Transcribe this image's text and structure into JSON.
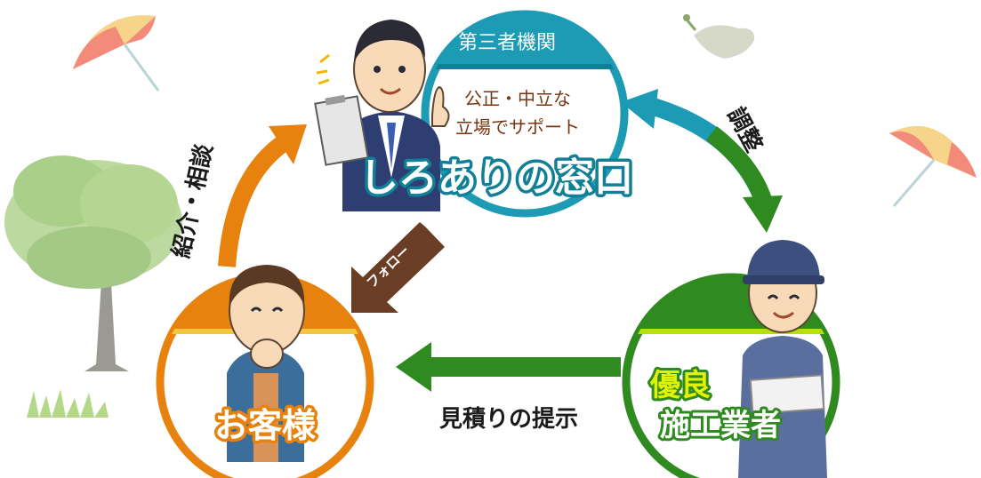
{
  "third_party": {
    "header": "第三者機関",
    "subtitle_line1": "公正・中立な",
    "subtitle_line2": "立場でサポート",
    "name": "しろありの窓口"
  },
  "customer": {
    "name": "お客様"
  },
  "contractor": {
    "line1": "優良",
    "line2": "施工業者"
  },
  "arrows": {
    "referral": "紹介・相談",
    "adjust": "調整",
    "follow": "フォロー",
    "estimate": "見積りの提示"
  },
  "colors": {
    "teal": "#1e9bb4",
    "teal_dark": "#117f95",
    "orange": "#e8820f",
    "green": "#2f8a1f",
    "brown": "#6b3d24",
    "lime": "#b8e000"
  }
}
